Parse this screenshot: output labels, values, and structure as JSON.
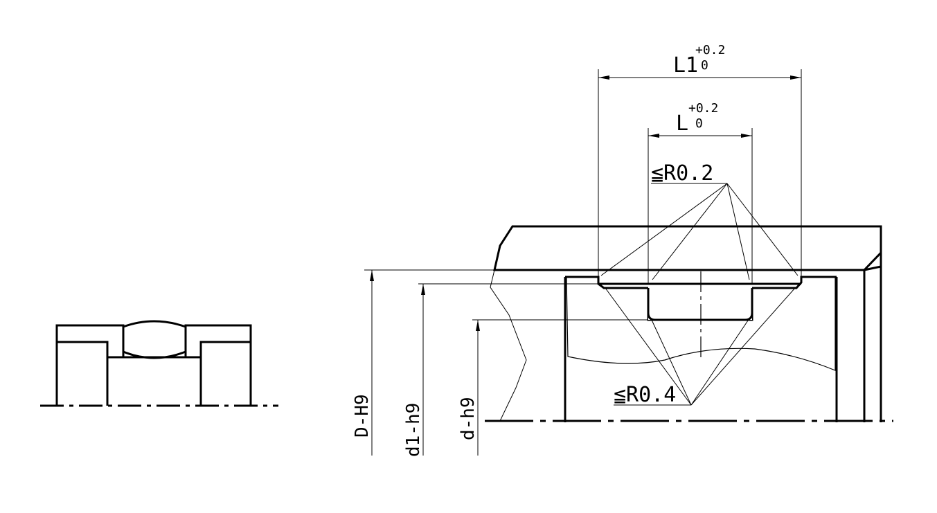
{
  "labels": {
    "l1": "L1",
    "l1_upper": "+0.2",
    "l1_lower": "0",
    "l": "L",
    "l_upper": "+0.2",
    "l_lower": "0",
    "r02": "≦R0.2",
    "r04": "≦R0.4",
    "dH9": "D-H9",
    "d1h9": "d1-h9",
    "dh9": "d-h9"
  },
  "colors": {
    "line": "#000000",
    "background": "#ffffff"
  }
}
